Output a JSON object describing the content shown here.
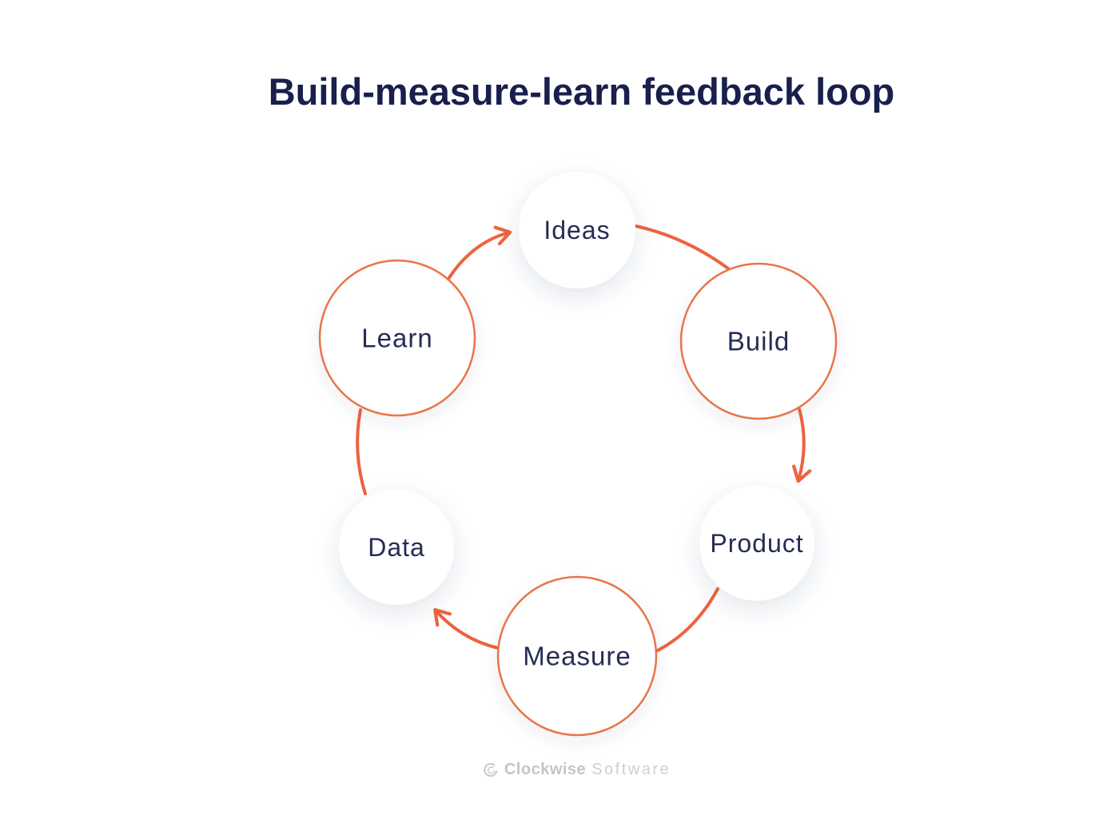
{
  "title": {
    "text": "Build-measure-learn feedback loop",
    "color": "#191f4d"
  },
  "diagram": {
    "nodes": [
      {
        "id": "ideas",
        "label": "Ideas",
        "style": "plain"
      },
      {
        "id": "build",
        "label": "Build",
        "style": "outlined"
      },
      {
        "id": "product",
        "label": "Product",
        "style": "plain"
      },
      {
        "id": "measure",
        "label": "Measure",
        "style": "outlined"
      },
      {
        "id": "data",
        "label": "Data",
        "style": "plain"
      },
      {
        "id": "learn",
        "label": "Learn",
        "style": "outlined"
      }
    ],
    "flow_order": [
      "Ideas",
      "Build",
      "Product",
      "Measure",
      "Data",
      "Learn"
    ],
    "connections": [
      {
        "from": "ideas",
        "to": "build",
        "arrowhead": false
      },
      {
        "from": "build",
        "to": "product",
        "arrowhead": true
      },
      {
        "from": "product",
        "to": "measure",
        "arrowhead": false
      },
      {
        "from": "measure",
        "to": "data",
        "arrowhead": true
      },
      {
        "from": "data",
        "to": "learn",
        "arrowhead": false
      },
      {
        "from": "learn",
        "to": "ideas",
        "arrowhead": true
      }
    ],
    "colors": {
      "arrow": "#ed6340",
      "node_border": "#e8744a",
      "node_fill": "#ffffff",
      "label": "#262c55"
    }
  },
  "footer": {
    "brand_bold": "Clockwise",
    "brand_light": "Software",
    "color": "#c7c9d1"
  }
}
